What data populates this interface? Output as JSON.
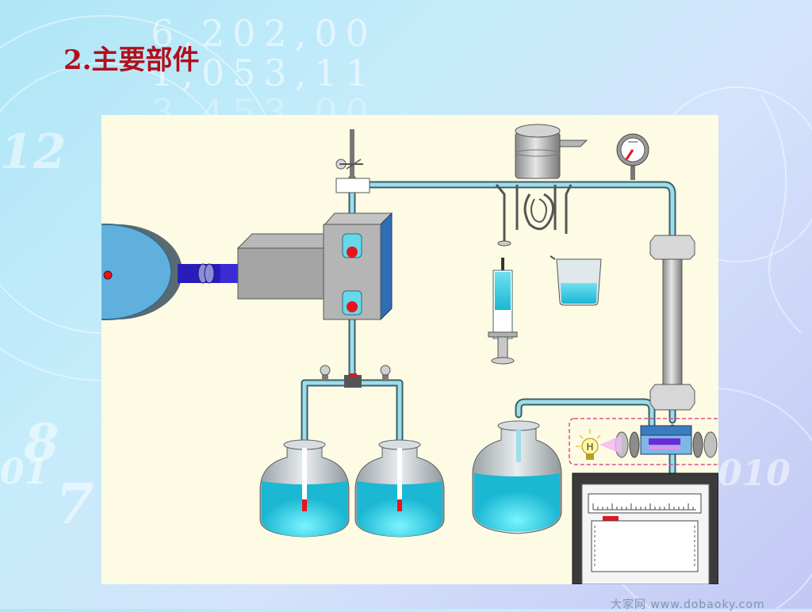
{
  "slide": {
    "title": "2.主要部件",
    "watermark": "大家网 www.dobaoky.com"
  },
  "background": {
    "digit_rows": [
      "6,202,00",
      "1,053,11",
      "3,453,00"
    ],
    "side_digits_left": [
      "12",
      "8",
      "7",
      "01"
    ],
    "side_digits_right": [
      "010"
    ]
  },
  "diagram": {
    "components": [
      "pump-motor",
      "pump-plunger",
      "pump-head",
      "check-valve-top",
      "check-valve-bottom",
      "inlet-valve",
      "outlet-tee",
      "solvent-bottle-left",
      "solvent-bottle-right",
      "waste-bottle",
      "injector",
      "syringe",
      "beaker",
      "pressure-gauge",
      "column",
      "uv-detector",
      "lamp",
      "recorder"
    ],
    "lamp_label": "H",
    "colors": {
      "liquid": "#29c5de",
      "plunger": "#3b2bd6",
      "valve_ball": "#e8141c",
      "panel_bg": "#fdfbe3",
      "title": "#b0101c"
    }
  }
}
